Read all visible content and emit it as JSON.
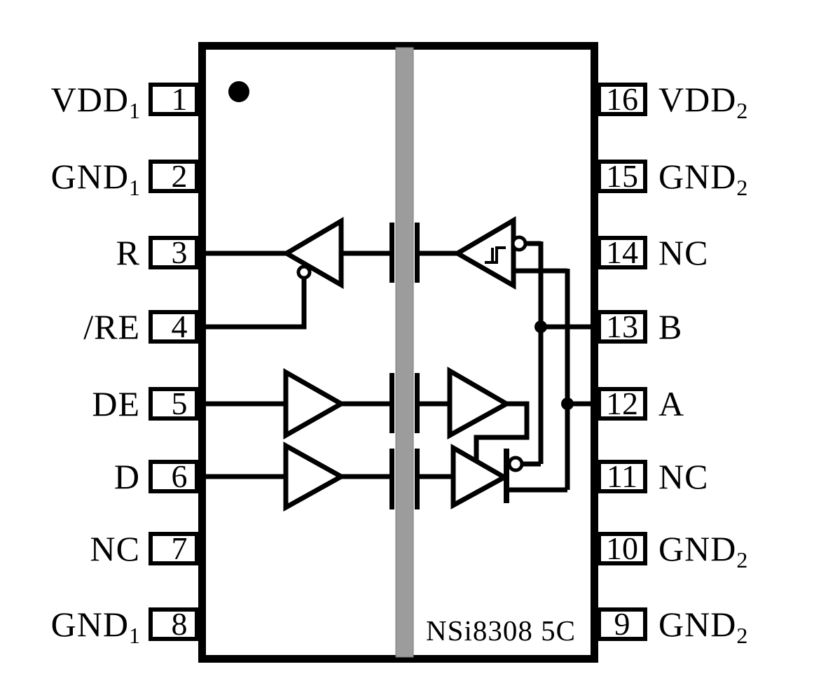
{
  "chip": {
    "part_number": "NSi8308 5C"
  },
  "colors": {
    "line": "#000000",
    "background": "#ffffff",
    "isolation_bar": "#9c9c9c",
    "chip_fill": "#ffffff"
  },
  "pins_left": [
    {
      "number": "1",
      "label": "VDD",
      "sub": "1"
    },
    {
      "number": "2",
      "label": "GND",
      "sub": "1"
    },
    {
      "number": "3",
      "label": "R",
      "sub": ""
    },
    {
      "number": "4",
      "label": "/RE",
      "sub": ""
    },
    {
      "number": "5",
      "label": "DE",
      "sub": ""
    },
    {
      "number": "6",
      "label": "D",
      "sub": ""
    },
    {
      "number": "7",
      "label": "NC",
      "sub": ""
    },
    {
      "number": "8",
      "label": "GND",
      "sub": "1"
    }
  ],
  "pins_right": [
    {
      "number": "16",
      "label": "VDD",
      "sub": "2"
    },
    {
      "number": "15",
      "label": "GND",
      "sub": "2"
    },
    {
      "number": "14",
      "label": "NC",
      "sub": ""
    },
    {
      "number": "13",
      "label": "B",
      "sub": ""
    },
    {
      "number": "12",
      "label": "A",
      "sub": ""
    },
    {
      "number": "11",
      "label": "NC",
      "sub": ""
    },
    {
      "number": "10",
      "label": "GND",
      "sub": "2"
    },
    {
      "number": "9",
      "label": "GND",
      "sub": "2"
    }
  ]
}
